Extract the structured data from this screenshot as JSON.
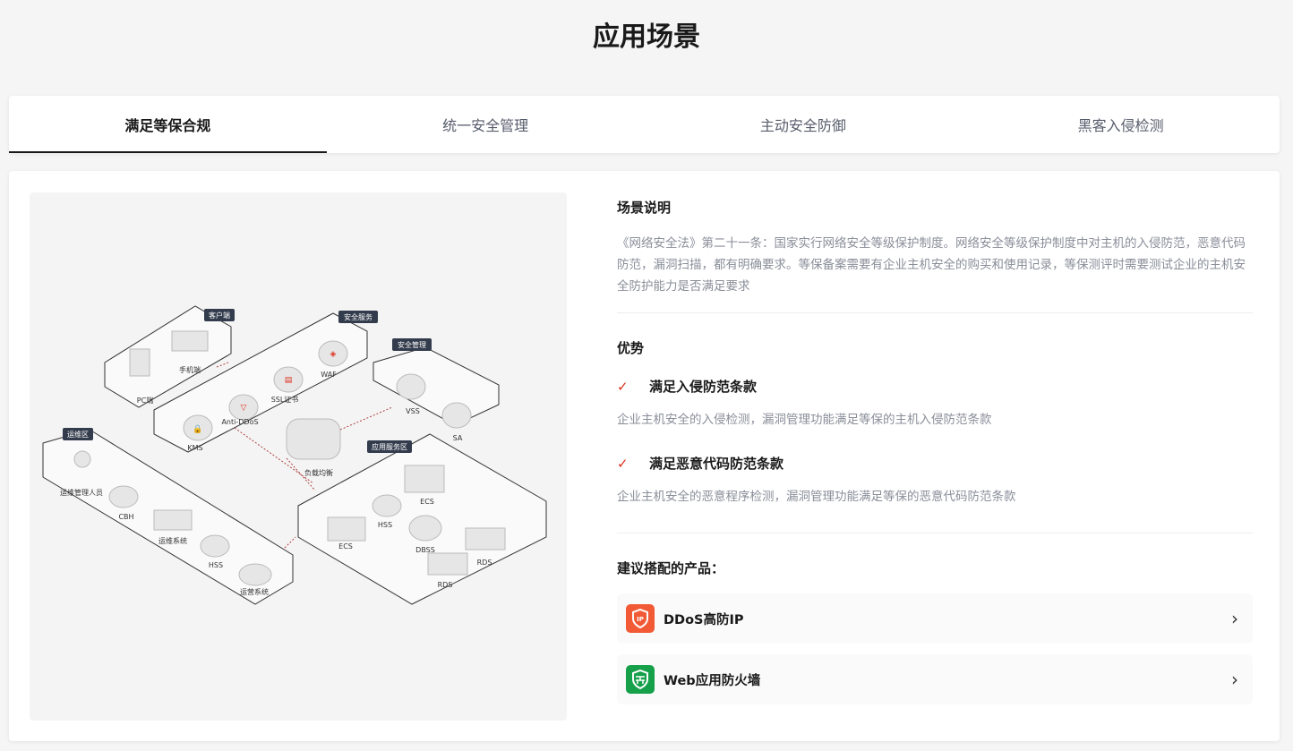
{
  "page_title": "应用场景",
  "tabs": [
    {
      "label": "满足等保合规"
    },
    {
      "label": "统一安全管理"
    },
    {
      "label": "主动安全防御"
    },
    {
      "label": "黑客入侵检测"
    }
  ],
  "scenario": {
    "heading": "场景说明",
    "text": "《网络安全法》第二十一条：国家实行网络安全等级保护制度。网络安全等级保护制度中对主机的入侵防范，恶意代码防范，漏洞扫描，都有明确要求。等保备案需要有企业主机安全的购买和使用记录，等保测评时需要测试企业的主机安全防护能力是否满足要求"
  },
  "advantages": {
    "heading": "优势",
    "items": [
      {
        "title": "满足入侵防范条款",
        "desc": "企业主机安全的入侵检测，漏洞管理功能满足等保的主机入侵防范条款"
      },
      {
        "title": "满足恶意代码防范条款",
        "desc": "企业主机安全的恶意程序检测，漏洞管理功能满足等保的恶意代码防范条款"
      }
    ]
  },
  "products": {
    "heading": "建议搭配的产品：",
    "items": [
      {
        "name": "DDoS高防IP",
        "icon": "ip-shield-icon",
        "color": "#f25a36"
      },
      {
        "name": "Web应用防火墙",
        "icon": "firewall-shield-icon",
        "color": "#16a04a"
      }
    ]
  },
  "diagram": {
    "zones": [
      "客户端",
      "安全服务",
      "安全管理",
      "运维区",
      "应用服务区"
    ],
    "nodes": [
      "PC端",
      "手机端",
      "KMS",
      "Anti-DDoS",
      "SSL证书",
      "WAF",
      "VSS",
      "SA",
      "负载均衡",
      "运维管理人员",
      "CBH",
      "运维系统",
      "HSS",
      "运营系统",
      "ECS",
      "HSS",
      "ECS",
      "DBSS",
      "RDS",
      "RDS"
    ]
  }
}
